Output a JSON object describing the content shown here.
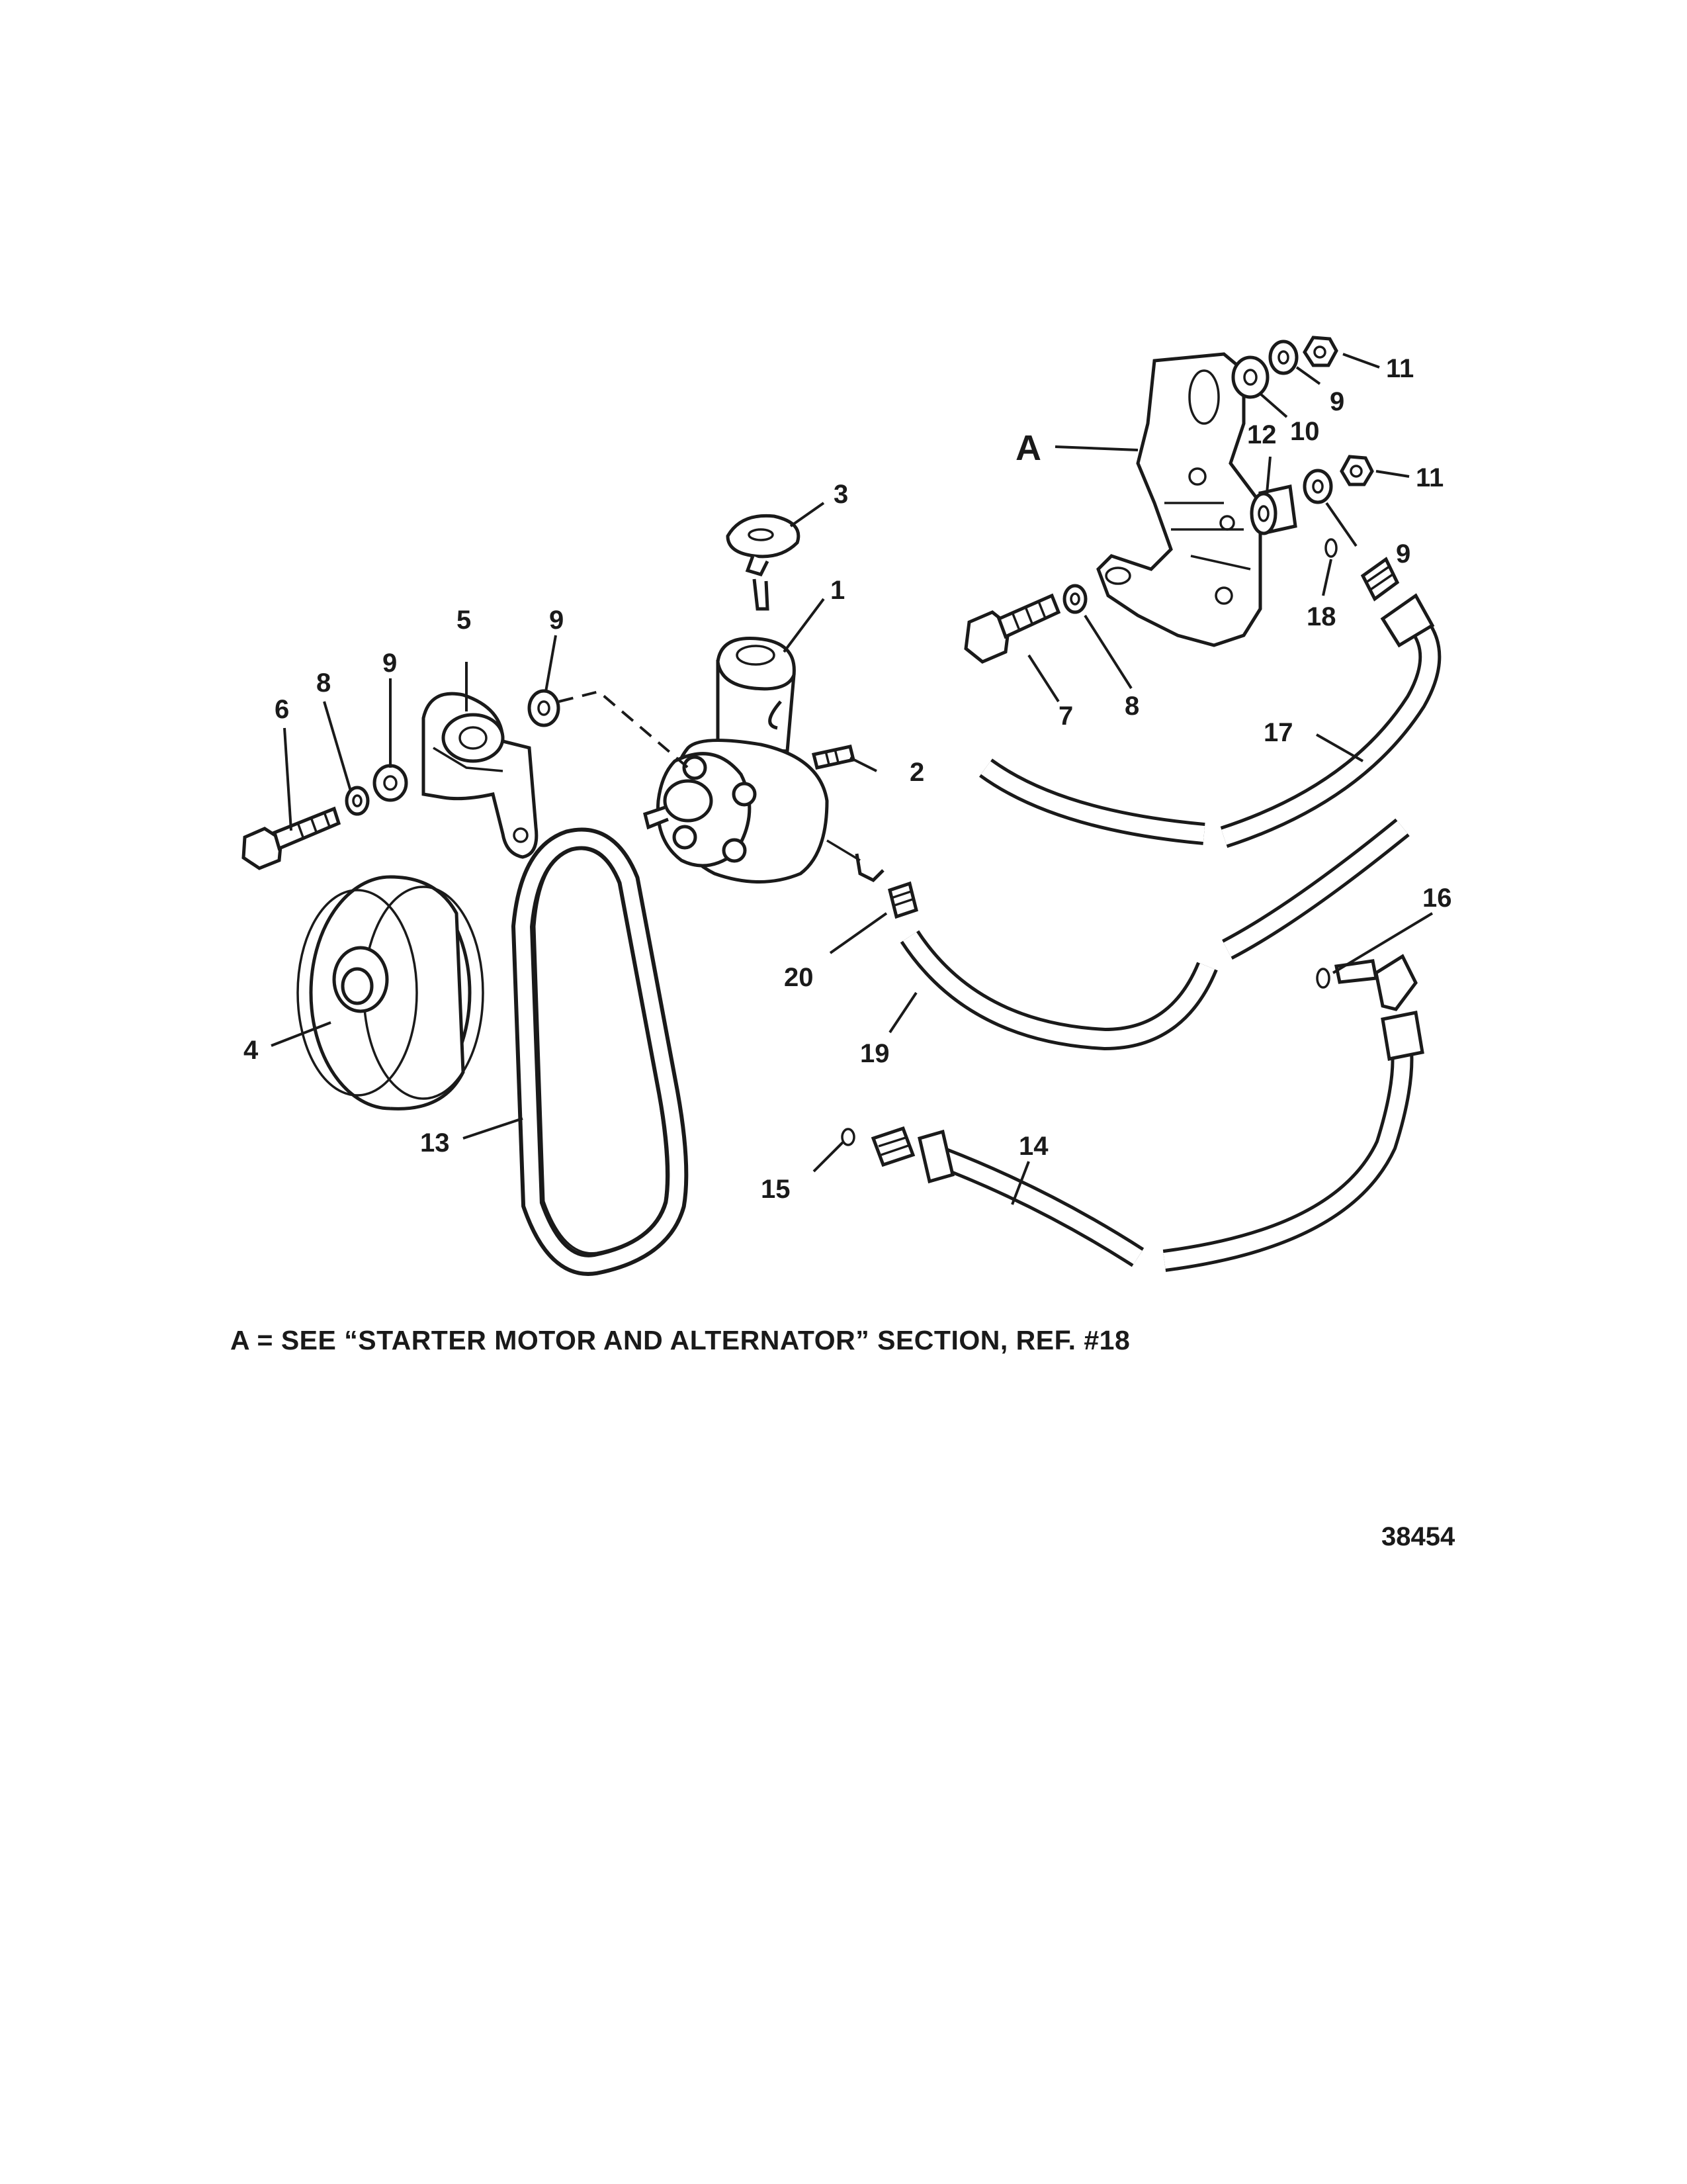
{
  "note": "A = SEE “STARTER MOTOR AND ALTERNATOR” SECTION, REF. #18",
  "figure_number": "38454",
  "callouts": {
    "A": "A",
    "c1": "1",
    "c2": "2",
    "c3": "3",
    "c4": "4",
    "c5": "5",
    "c6": "6",
    "c7": "7",
    "c8a": "8",
    "c8b": "8",
    "c9a": "9",
    "c9b": "9",
    "c9c": "9",
    "c9d": "9",
    "c10": "10",
    "c11a": "11",
    "c11b": "11",
    "c12": "12",
    "c13": "13",
    "c14": "14",
    "c15": "15",
    "c16": "16",
    "c17": "17",
    "c18": "18",
    "c19": "19",
    "c20": "20"
  }
}
